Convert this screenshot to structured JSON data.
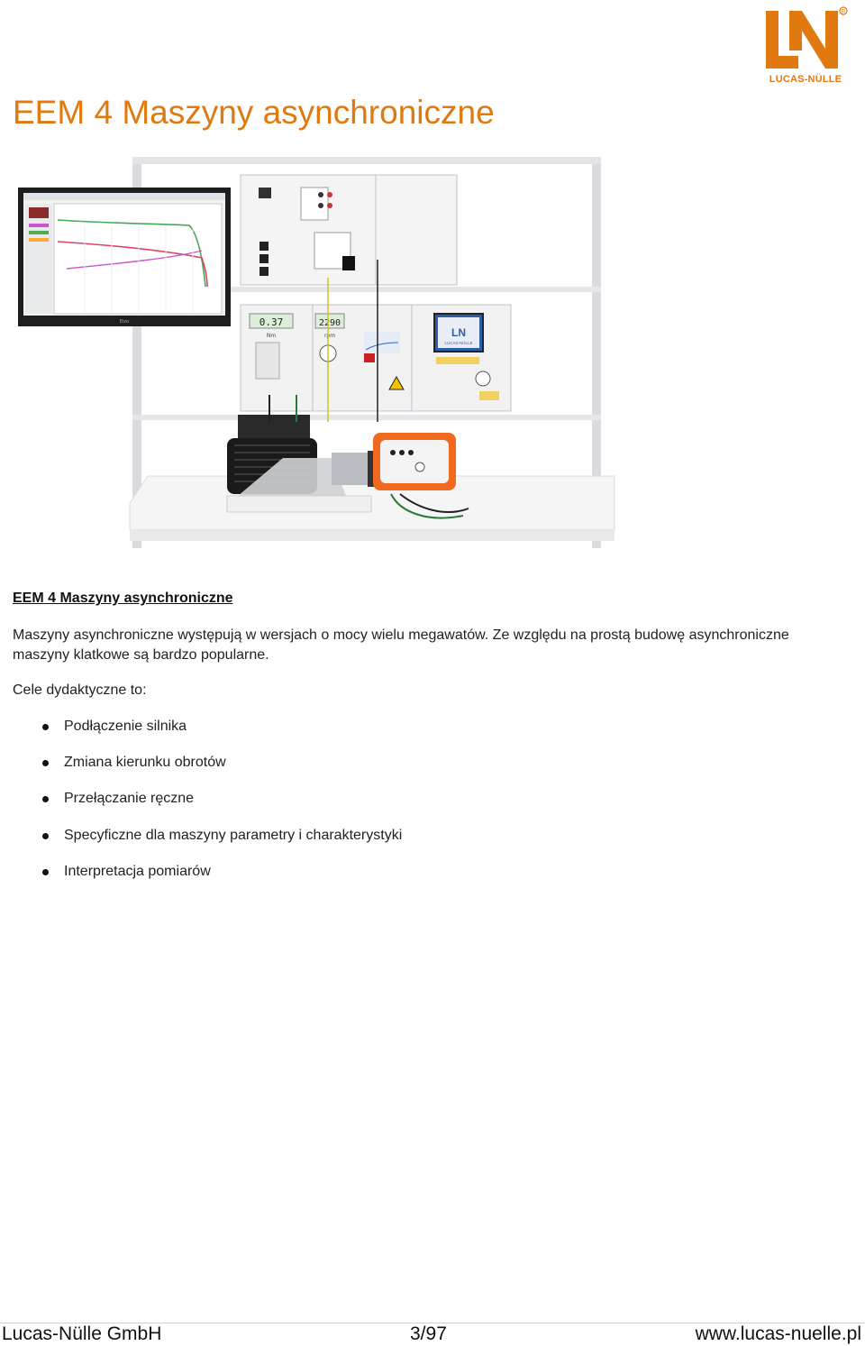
{
  "brand": {
    "logo_text": "LUCAS-NÜLLE",
    "color": "#e07a10"
  },
  "page": {
    "title": "EEM 4 Maszyny asynchroniczne"
  },
  "photo": {
    "monitor_brand": "Eizo",
    "panel_logo_text": "LUCAS-NÜLLE",
    "display_left_value": "0.37",
    "display_right_value": "2290",
    "display_left_unit": "Nm",
    "display_right_unit": "rpm"
  },
  "content": {
    "section_link": "EEM 4 Maszyny asynchroniczne",
    "intro": "Maszyny asynchroniczne występują w wersjach o mocy wielu megawatów. Ze względu na prostą budowę asynchroniczne maszyny klatkowe są bardzo popularne.",
    "goals_label": "Cele dydaktyczne to:",
    "goals": [
      "Podłączenie silnika",
      "Zmiana kierunku obrotów",
      "Przełączanie ręczne",
      "Specyficzne dla maszyny parametry i charakterystyki",
      "Interpretacja pomiarów"
    ]
  },
  "footer": {
    "company": "Lucas-Nülle GmbH",
    "page_indicator": "3/97",
    "website": "www.lucas-nuelle.pl"
  }
}
